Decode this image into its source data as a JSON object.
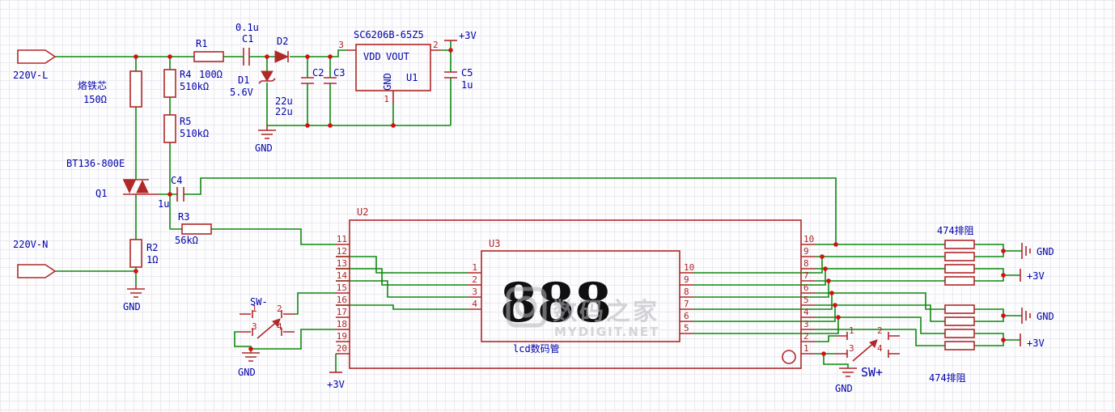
{
  "colors": {
    "wire": "#0e8a0e",
    "component": "#b02828",
    "label": "#0202aa",
    "junction": "#d31111",
    "display_text": "#101010",
    "watermark": "#b5b5bc"
  },
  "schematic": {
    "conn_l": "220V-L",
    "conn_n": "220V-N",
    "heater_name": "烙铁芯",
    "heater_value": "150Ω",
    "r1_ref": "R1",
    "r1_val": "100Ω",
    "r2_ref": "R2",
    "r2_val": "1Ω",
    "r3_ref": "R3",
    "r3_val": "56kΩ",
    "r4_ref": "R4",
    "r4_val": "510kΩ",
    "r5_ref": "R5",
    "r5_val": "510kΩ",
    "c1_ref": "C1",
    "c1_val": "0.1u",
    "c2_ref": "C2",
    "c2_val": "22u",
    "c3_ref": "C3",
    "c3_val": "22u",
    "c4_ref": "C4",
    "c4_val": "1u",
    "c5_ref": "C5",
    "c5_val": "1u",
    "d1_ref": "D1",
    "d1_val": "5.6V",
    "d2_ref": "D2",
    "q1_ref": "Q1",
    "q1_part": "BT136-800E",
    "u1_title": "SC6206B-65Z5",
    "u1_vdd": "VDD",
    "u1_vout": "VOUT",
    "u1_gnd": "GND",
    "u1_ref": "U1",
    "u1_pin3": "3",
    "u1_pin2": "2",
    "u1_pin1": "1",
    "u2_ref": "U2",
    "u3_ref": "U3",
    "u3_display": "888",
    "u3_caption": "lcd数码管",
    "sw1_ref": "SW-",
    "sw2_ref": "SW+",
    "rnet_top": "474排阻",
    "rnet_bottom": "474排阻",
    "net_3v": "+3V",
    "net_gnd": "GND"
  },
  "pins": {
    "u2_left": [
      "11",
      "12",
      "13",
      "14",
      "15",
      "16",
      "17",
      "18",
      "19",
      "20"
    ],
    "u2_right": [
      "10",
      "9",
      "8",
      "7",
      "6",
      "5",
      "4",
      "3",
      "2",
      "1"
    ],
    "u3_left": [
      "1",
      "2",
      "3",
      "4"
    ],
    "u3_right": [
      "10",
      "9",
      "8",
      "7",
      "6",
      "5"
    ],
    "sw_minus": [
      "1",
      "2",
      "3",
      "4"
    ],
    "sw_plus": [
      "1",
      "2",
      "3",
      "4"
    ]
  },
  "watermark": {
    "title": "数码之家",
    "subtitle": "MYDIGIT.NET"
  }
}
